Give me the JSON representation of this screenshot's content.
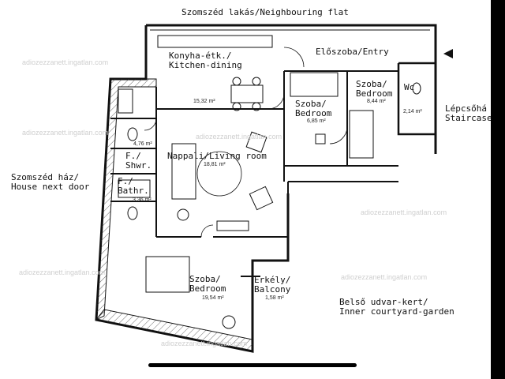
{
  "labels": {
    "neighbouring_flat": "Szomszéd lakás/Neighbouring flat",
    "kitchen_line1": "Konyha-étk./",
    "kitchen_line2": "Kitchen-dining",
    "entry": "Előszoba/Entry",
    "bedroom_a_line1": "Szoba/",
    "bedroom_a_line2": "Bedroom",
    "bedroom_b_line1": "Szoba/",
    "bedroom_b_line2": "Bedroom",
    "wc": "Wc",
    "staircase_line1": "Lépcsőhá",
    "staircase_line2": "Staircase",
    "living": "Nappali/Living room",
    "house_next_line1": "Szomszéd ház/",
    "house_next_line2": "House next door",
    "shower_line1": "F./",
    "shower_line2": "Shwr.",
    "bath_line1": "F./",
    "bath_line2": "Bathr.",
    "bedroom_c_line1": "Szoba/",
    "bedroom_c_line2": "Bedroom",
    "balcony_line1": "Erkély/",
    "balcony_line2": "Balcony",
    "courtyard_line1": "Belső udvar-kert/",
    "courtyard_line2": "Inner courtyard-garden"
  },
  "areas": {
    "kitchen": "15,32 m²",
    "bedroom_a": "6,85 m²",
    "bedroom_b": "8,44 m²",
    "wc": "2,14 m²",
    "shower": "4,76 m²",
    "living": "18,81 m²",
    "bath": "3,36 m²",
    "bedroom_c": "19,54 m²",
    "balcony": "1,58 m²"
  },
  "watermark": "adiozezzanett.ingatlan.com",
  "colors": {
    "wall": "#111111",
    "background": "#ffffff",
    "watermark": "#cfcfcf"
  }
}
